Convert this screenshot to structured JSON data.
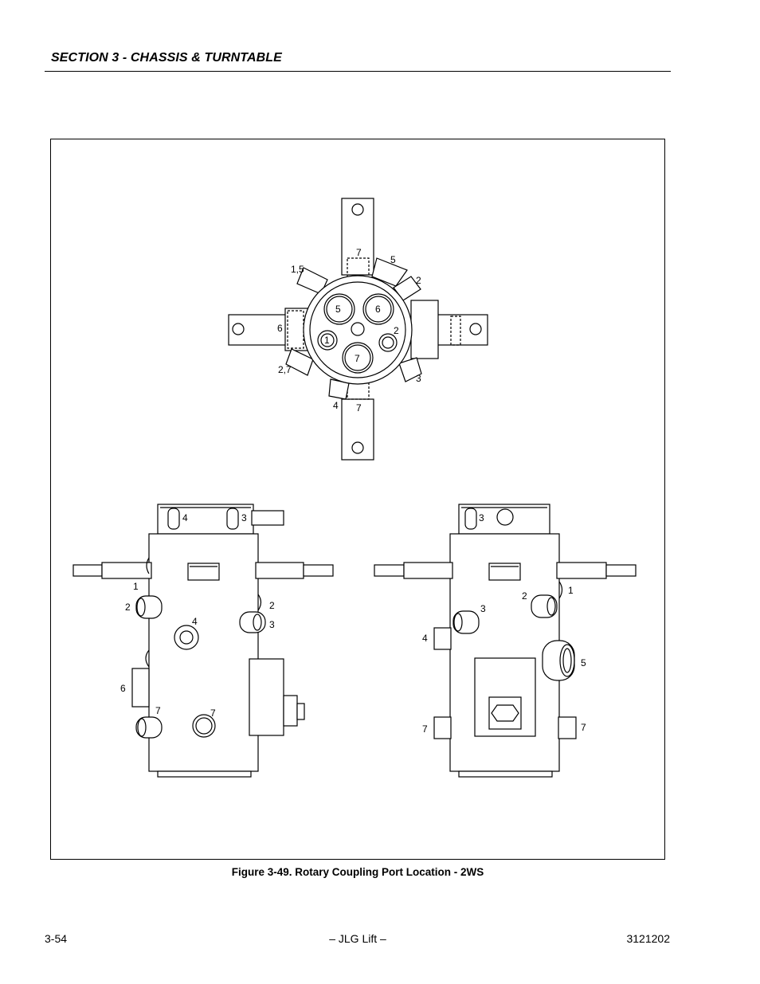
{
  "header": {
    "section_title": "SECTION 3 - CHASSIS & TURNTABLE"
  },
  "figure": {
    "caption": "Figure 3-49.  Rotary Coupling Port Location - 2WS",
    "top_view_labels": {
      "l7top": "7",
      "l5right": "5",
      "l15": "1,5",
      "l2right": "2",
      "l6left": "6",
      "c5": "5",
      "c6": "6",
      "c1": "1",
      "c2": "2",
      "c7": "7",
      "l27": "2,7",
      "l3right": "3",
      "l4": "4",
      "l7bottom": "7"
    },
    "left_view_labels": {
      "p4top": "4",
      "p3top": "3",
      "p1": "1",
      "p2left": "2",
      "p2right": "2",
      "p4mid": "4",
      "p3mid": "3",
      "p6": "6",
      "p7left": "7",
      "p7mid": "7"
    },
    "right_view_labels": {
      "p3top": "3",
      "p1": "1",
      "p2": "2",
      "p3mid": "3",
      "p4": "4",
      "p5": "5",
      "p7left": "7",
      "p7right": "7"
    }
  },
  "footer": {
    "page_number": "3-54",
    "center": "– JLG Lift –",
    "doc_number": "3121202"
  }
}
